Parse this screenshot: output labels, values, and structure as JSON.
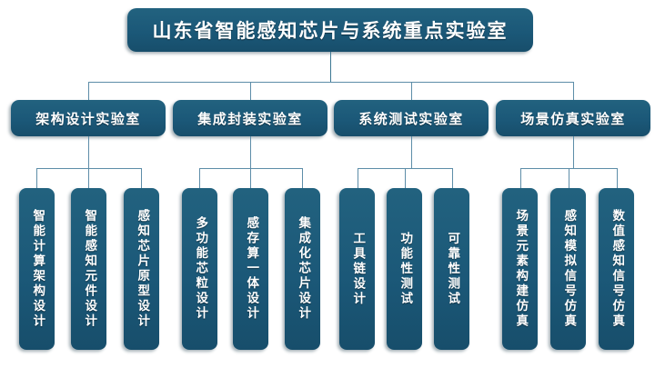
{
  "diagram": {
    "type": "org-hierarchy",
    "background_color": "#ffffff",
    "node_color": "#1b5878",
    "connector_color": "#5d8da8",
    "text_color": "#ffffff",
    "root": {
      "label": "山东省智能感知芯片与系统重点实验室"
    },
    "groups": [
      {
        "label": "架构设计实验室",
        "children": [
          {
            "label": "智能计算架构设计"
          },
          {
            "label": "智能感知元件设计"
          },
          {
            "label": "感知芯片原型设计"
          }
        ]
      },
      {
        "label": "集成封装实验室",
        "children": [
          {
            "label": "多功能芯粒设计"
          },
          {
            "label": "感存算一体设计"
          },
          {
            "label": "集成化芯片设计"
          }
        ]
      },
      {
        "label": "系统测试实验室",
        "children": [
          {
            "label": "工具链设计"
          },
          {
            "label": "功能性测试"
          },
          {
            "label": "可靠性测试"
          }
        ]
      },
      {
        "label": "场景仿真实验室",
        "children": [
          {
            "label": "场景元素构建仿真"
          },
          {
            "label": "感知模拟信号仿真"
          },
          {
            "label": "数值感知信号仿真"
          }
        ]
      }
    ]
  }
}
